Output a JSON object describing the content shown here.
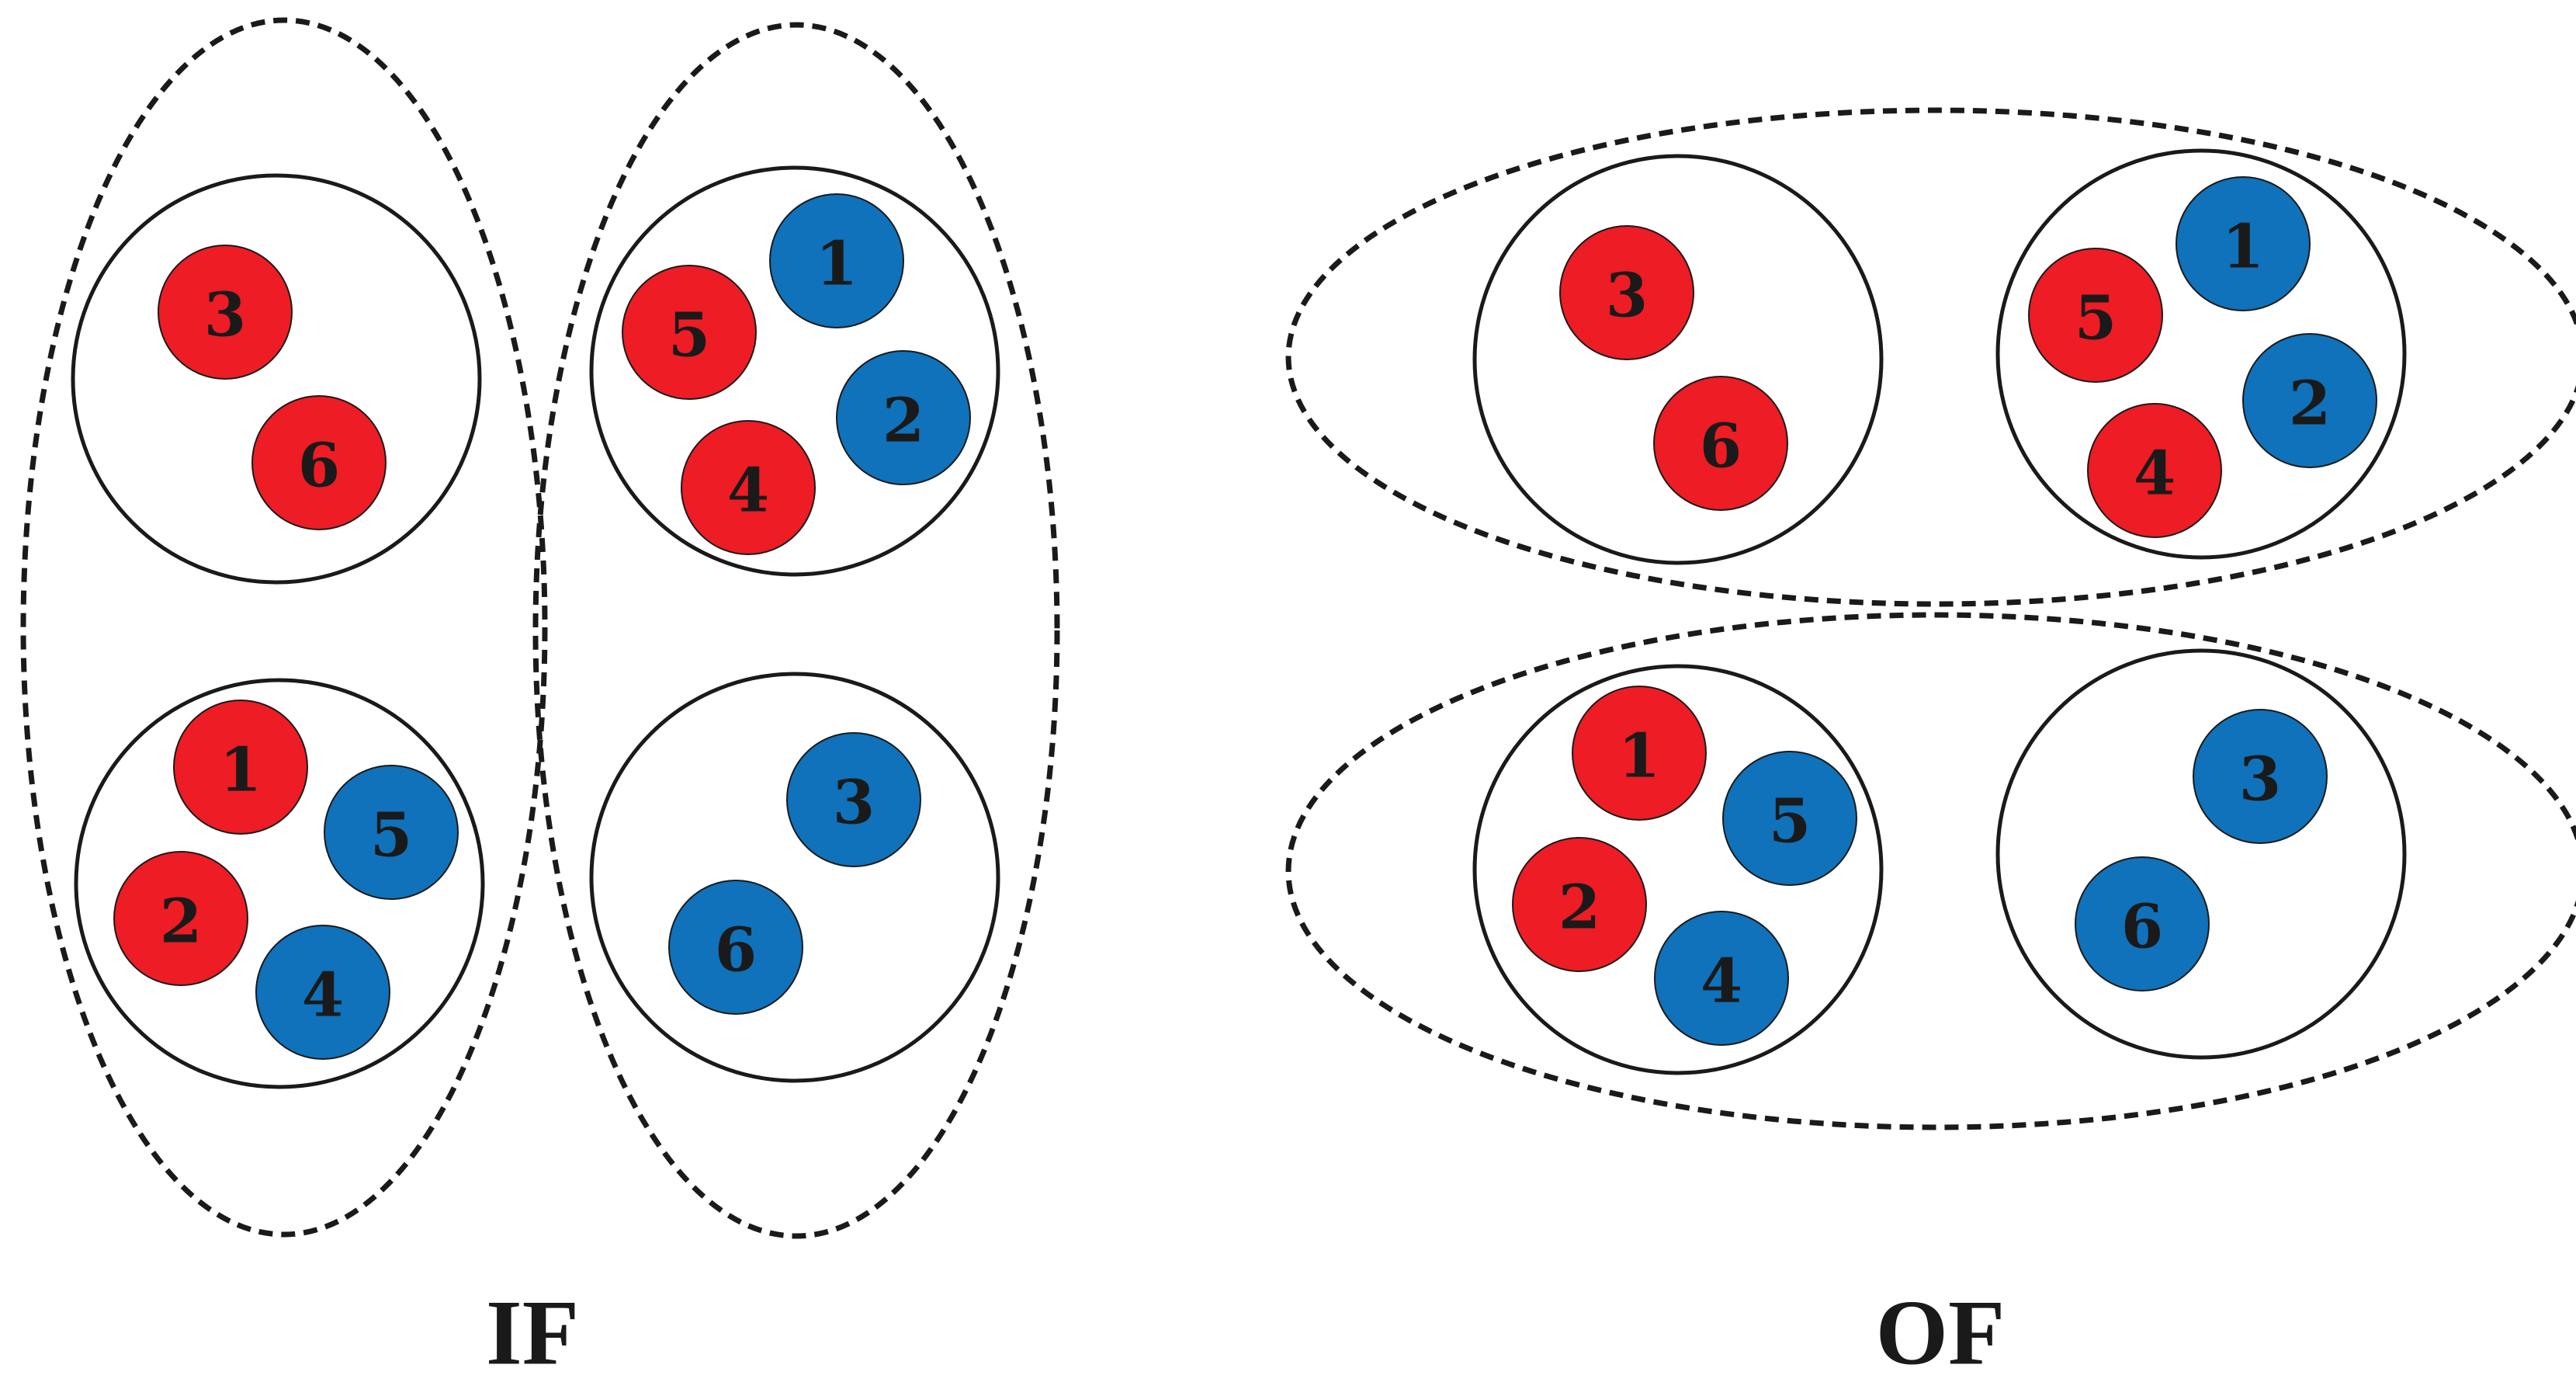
{
  "colors": {
    "red": "#ee1c24",
    "blue": "#0f72ba",
    "outline": "#1a1a1a"
  },
  "panels": [
    {
      "label": "IF",
      "boxes": [
        {
          "balls": [
            {
              "label": "3",
              "color": "red"
            },
            {
              "label": "6",
              "color": "red"
            }
          ]
        },
        {
          "balls": [
            {
              "label": "1",
              "color": "blue"
            },
            {
              "label": "5",
              "color": "red"
            },
            {
              "label": "2",
              "color": "blue"
            },
            {
              "label": "4",
              "color": "red"
            }
          ]
        },
        {
          "balls": [
            {
              "label": "1",
              "color": "red"
            },
            {
              "label": "5",
              "color": "blue"
            },
            {
              "label": "2",
              "color": "red"
            },
            {
              "label": "4",
              "color": "blue"
            }
          ]
        },
        {
          "balls": [
            {
              "label": "3",
              "color": "blue"
            },
            {
              "label": "6",
              "color": "blue"
            }
          ]
        }
      ]
    },
    {
      "label": "OF",
      "boxes": [
        {
          "balls": [
            {
              "label": "3",
              "color": "red"
            },
            {
              "label": "6",
              "color": "red"
            }
          ]
        },
        {
          "balls": [
            {
              "label": "1",
              "color": "blue"
            },
            {
              "label": "5",
              "color": "red"
            },
            {
              "label": "2",
              "color": "blue"
            },
            {
              "label": "4",
              "color": "red"
            }
          ]
        },
        {
          "balls": [
            {
              "label": "1",
              "color": "red"
            },
            {
              "label": "5",
              "color": "blue"
            },
            {
              "label": "2",
              "color": "red"
            },
            {
              "label": "4",
              "color": "blue"
            }
          ]
        },
        {
          "balls": [
            {
              "label": "3",
              "color": "blue"
            },
            {
              "label": "6",
              "color": "blue"
            }
          ]
        }
      ]
    }
  ]
}
